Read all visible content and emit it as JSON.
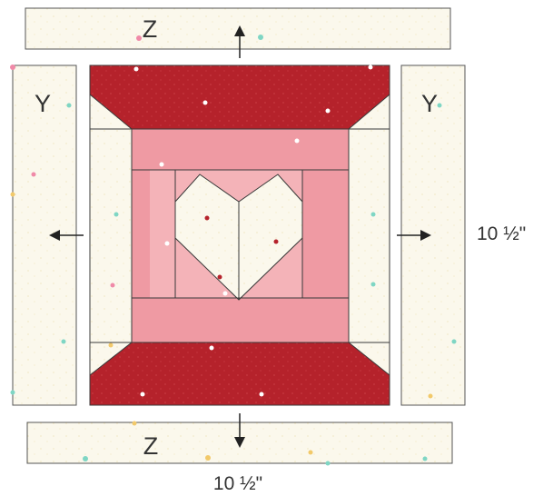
{
  "labels": {
    "top_strip": "Z",
    "bottom_strip": "Z",
    "left_strip": "Y",
    "right_strip": "Y",
    "height_dimension": "10 ½\"",
    "width_dimension": "10 ½\""
  },
  "colors": {
    "background_fabric": "#fbf8ec",
    "dark_red": "#b5222b",
    "medium_pink": "#ef9aa3",
    "light_pink": "#f4b3b8",
    "seam_line": "#3a3a3a",
    "dot_pink": "#f08aa8",
    "dot_mint": "#7fd6c4",
    "dot_gold": "#f2c96a",
    "dot_white": "#ffffff",
    "dot_red": "#b5222b"
  },
  "arrows": [
    "up",
    "left",
    "right",
    "down"
  ]
}
